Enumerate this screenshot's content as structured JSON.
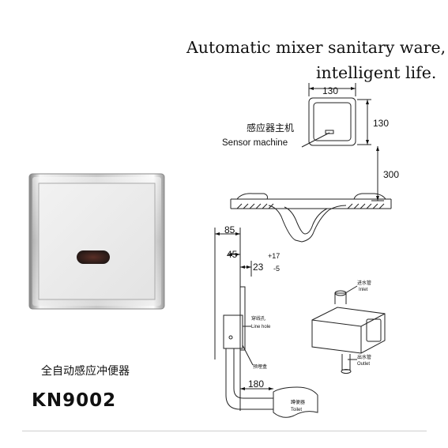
{
  "tagline": {
    "line1": "Automatic mixer sanitary ware,",
    "line2": "intelligent life."
  },
  "product": {
    "name_cn": "全自动感应冲便器",
    "model": "KN9002"
  },
  "diagram": {
    "dims": {
      "top_width": "130",
      "top_height": "130",
      "height_above_floor": "300",
      "wall_offset": "85",
      "pipe_offset": "45",
      "pipe_gap": "23",
      "tolerance_plus": "+17",
      "tolerance_minus": "-5",
      "outlet_run": "180"
    },
    "labels": {
      "sensor_cn": "感应器主机",
      "sensor_en": "Sensor machine",
      "line_hole_cn": "穿线孔",
      "line_hole_en": "Line hole",
      "box_cn": "预埋盒",
      "toilet_cn": "蹲便器",
      "toilet_en": "Toilet",
      "inlet_cn": "进水管",
      "inlet_en": "Inlet",
      "outlet_cn": "出水管",
      "outlet_en": "Outlet"
    }
  },
  "colors": {
    "plate_face": "#ededed",
    "chrome_light": "#f7f7f7",
    "chrome_dark": "#8c8c8c",
    "sensor_window": "#2b1d1b",
    "line": "#222222"
  }
}
